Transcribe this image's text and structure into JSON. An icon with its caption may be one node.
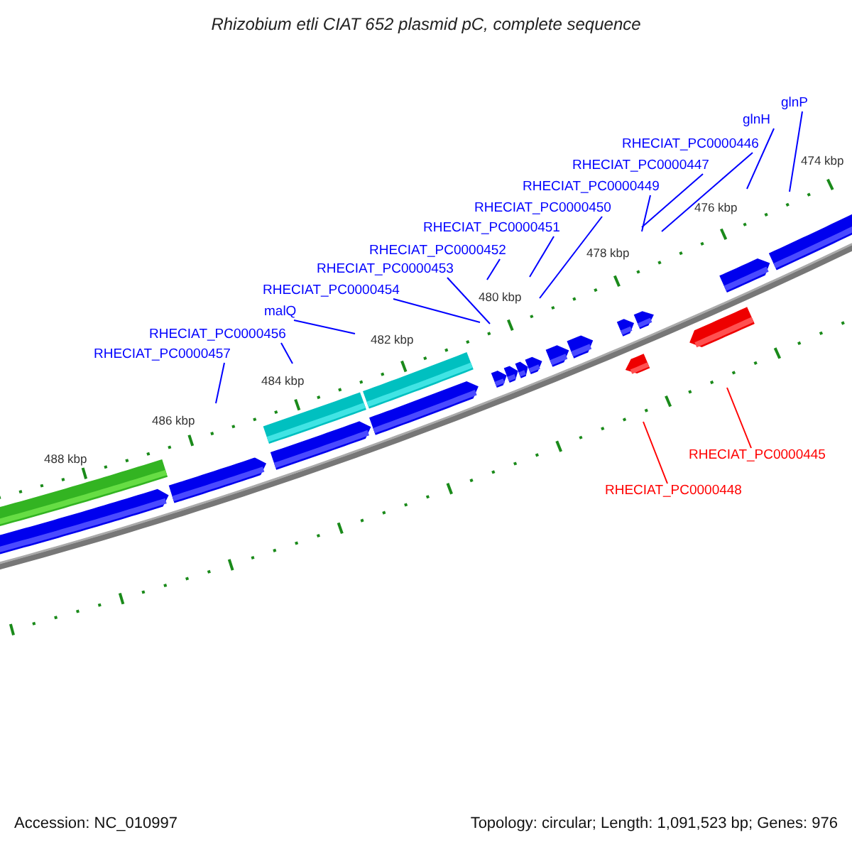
{
  "diagram": {
    "title": "Rhizobium etli CIAT 652 plasmid pC, complete sequence",
    "nodes": [
      {
        "text": [
          "glnP"
        ]
      },
      {
        "text": [
          "glnH"
        ]
      },
      {
        "text": [
          "RHECIAT_PC0000446"
        ]
      },
      {
        "text": [
          "RHECIAT_PC0000447"
        ]
      },
      {
        "text": [
          "RHECIAT_PC0000449"
        ]
      },
      {
        "text": [
          "RHECIAT_PC0000450"
        ]
      },
      {
        "text": [
          "RHECIAT_PC0000451"
        ]
      },
      {
        "text": [
          "RHECIAT_PC0000452"
        ]
      },
      {
        "text": [
          "RHECIAT_PC0000453"
        ]
      },
      {
        "text": [
          "RHECIAT_PC0000454"
        ]
      },
      {
        "text": [
          "malQ"
        ]
      },
      {
        "text": [
          "RHECIAT_PC0000456"
        ]
      },
      {
        "text": [
          "RHECIAT_PC0000457"
        ]
      },
      {
        "text": [
          "RHECIAT_PC0000445"
        ]
      },
      {
        "text": [
          "RHECIAT_PC0000448"
        ]
      }
    ],
    "edges": [
      {
        "from": 0,
        "to": null,
        "arrow": "none"
      },
      {
        "from": 1,
        "to": null,
        "arrow": "none"
      },
      {
        "from": 2,
        "to": null,
        "arrow": "none"
      },
      {
        "from": 3,
        "to": null,
        "arrow": "none"
      },
      {
        "from": 4,
        "to": null,
        "arrow": "none"
      },
      {
        "from": 5,
        "to": null,
        "arrow": "none"
      },
      {
        "from": 6,
        "to": null,
        "arrow": "none"
      },
      {
        "from": 7,
        "to": null,
        "arrow": "none"
      },
      {
        "from": 8,
        "to": null,
        "arrow": "none"
      },
      {
        "from": 9,
        "to": null,
        "arrow": "none"
      },
      {
        "from": 10,
        "to": null,
        "arrow": "none"
      },
      {
        "from": 11,
        "to": null,
        "arrow": "none"
      },
      {
        "from": 12,
        "to": null,
        "arrow": "none"
      },
      {
        "from": 13,
        "to": null,
        "arrow": "none",
        "color": "#ff0000"
      },
      {
        "from": 14,
        "to": null,
        "arrow": "none",
        "color": "#ff0000"
      }
    ],
    "labels": [
      "474 kbp",
      "476 kbp",
      "478 kbp",
      "480 kbp",
      "482 kbp",
      "484 kbp",
      "486 kbp",
      "488 kbp",
      "Accession: NC_010997",
      "Topology: circular; Length: 1,091,523 bp; Genes: 976"
    ]
  }
}
